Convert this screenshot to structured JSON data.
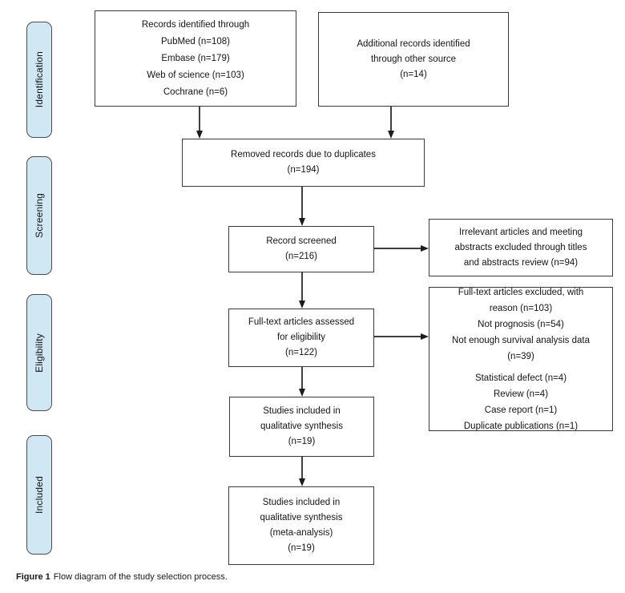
{
  "figure": {
    "caption_label": "Figure 1",
    "caption_text": "Flow diagram of the study selection process."
  },
  "colors": {
    "stage_fill": "#cfe8f4",
    "stage_border": "#4b4b4b",
    "box_border": "#3a3a3a",
    "arrow": "#3f3f3f",
    "background": "#ffffff"
  },
  "stages": [
    {
      "label": "Identification"
    },
    {
      "label": "Screening"
    },
    {
      "label": "Eligibility"
    },
    {
      "label": "Included"
    }
  ],
  "boxes": {
    "records_identified": {
      "lines": [
        "Records identified through",
        "PubMed (n=108)",
        "Embase (n=179)",
        "Web of science (n=103)",
        "Cochrane (n=6)"
      ]
    },
    "additional_records": {
      "lines": [
        "Additional records identified",
        "through other source",
        "(n=14)"
      ]
    },
    "duplicates_removed": {
      "lines": [
        "Removed records due to duplicates",
        "(n=194)"
      ]
    },
    "records_screened": {
      "lines": [
        "Record screened",
        "(n=216)"
      ]
    },
    "screening_excluded": {
      "lines": [
        "Irrelevant articles and meeting",
        "abstracts excluded through titles",
        "and abstracts review (n=94)"
      ]
    },
    "fulltext_assessed": {
      "lines": [
        "Full-text articles assessed",
        "for eligibility",
        "(n=122)"
      ]
    },
    "fulltext_excluded": {
      "lines": [
        "Full-text articles excluded, with",
        "reason (n=103)",
        "Not prognosis (n=54)",
        "Not enough survival analysis data",
        "(n=39)",
        "Statistical defect (n=4)",
        "Review (n=4)",
        "Case report (n=1)",
        "Duplicate publications (n=1)"
      ]
    },
    "qualitative_synthesis": {
      "lines": [
        "Studies included in",
        "qualitative synthesis",
        "(n=19)"
      ]
    },
    "meta_analysis": {
      "lines": [
        "Studies included in",
        "qualitative synthesis",
        "(meta-analysis)",
        "(n=19)"
      ]
    }
  }
}
